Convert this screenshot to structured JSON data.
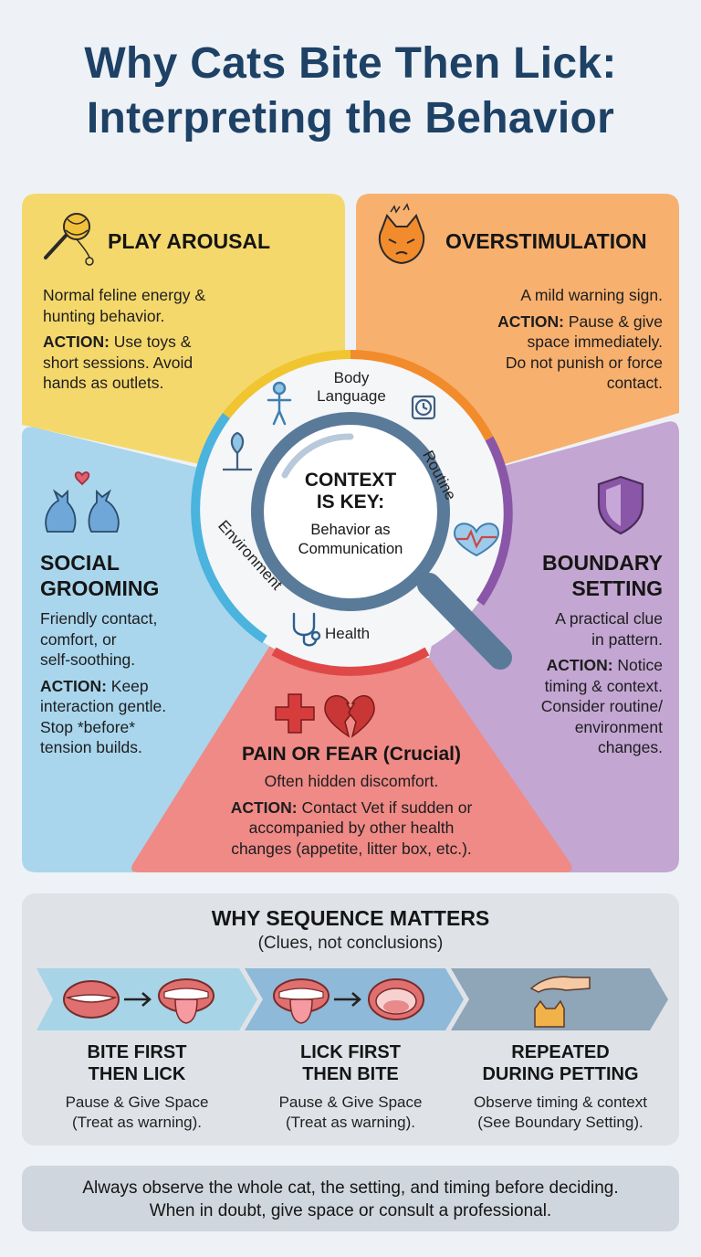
{
  "title_line1": "Why Cats Bite Then Lick:",
  "title_line2": "Interpreting the Behavior",
  "colors": {
    "title": "#1e4166",
    "play": "#f5d86c",
    "overstim": "#f7b06e",
    "social": "#a9d6ec",
    "boundary": "#c3a6d1",
    "pain": "#ef8a86",
    "ring_yellow": "#f0c530",
    "ring_orange": "#f28b2c",
    "ring_purple": "#8a56a8",
    "ring_red": "#e04848",
    "ring_blue": "#4ab3de"
  },
  "panels": {
    "play": {
      "icon": "wand-toy-icon",
      "heading": "PLAY AROUSAL",
      "text": [
        "Normal feline energy &",
        "hunting behavior."
      ],
      "action_label": "ACTION:",
      "action": [
        " Use toys &",
        "short sessions. Avoid",
        "hands as outlets."
      ]
    },
    "overstim": {
      "icon": "annoyed-cat-icon",
      "heading": "OVERSTIMULATION",
      "text": [
        "A mild warning sign."
      ],
      "action_label": "ACTION:",
      "action": [
        " Pause & give",
        "space immediately.",
        "Do not punish or force",
        "contact."
      ]
    },
    "social": {
      "icon": "cats-heart-icon",
      "heading": [
        "SOCIAL",
        "GROOMING"
      ],
      "text": [
        "Friendly contact,",
        "comfort, or",
        "self-soothing."
      ],
      "action_label": "ACTION:",
      "action": [
        " Keep",
        "interaction gentle.",
        "Stop *before*",
        "tension builds."
      ]
    },
    "boundary": {
      "icon": "shield-icon",
      "heading": [
        "BOUNDARY",
        "SETTING"
      ],
      "text": [
        "A practical clue",
        "in pattern."
      ],
      "action_label": "ACTION:",
      "action": [
        " Notice",
        "timing & context.",
        "Consider routine/",
        "environment",
        "changes."
      ]
    },
    "pain": {
      "icon": "medical-broken-heart-icon",
      "heading": "PAIN OR FEAR (Crucial)",
      "text": [
        "Often hidden discomfort."
      ],
      "action_label": "ACTION:",
      "action": [
        " Contact Vet if sudden or",
        "accompanied by other health",
        "changes (appetite, litter box, etc.)."
      ]
    }
  },
  "center": {
    "title": [
      "CONTEXT",
      "IS KEY:"
    ],
    "subtitle": [
      "Behavior as",
      "Communication"
    ]
  },
  "ring": {
    "body": [
      "Body",
      "Language"
    ],
    "routine": "Routine",
    "environment": "Environment",
    "health": "Health"
  },
  "sequence": {
    "title": "WHY SEQUENCE MATTERS",
    "subtitle": "(Clues, not conclusions)",
    "items": [
      {
        "heading": [
          "BITE FIRST",
          "THEN LICK"
        ],
        "text": [
          "Pause & Give Space",
          "(Treat as warning)."
        ]
      },
      {
        "heading": [
          "LICK FIRST",
          "THEN BITE"
        ],
        "text": [
          "Pause & Give Space",
          "(Treat as warning)."
        ]
      },
      {
        "heading": [
          "REPEATED",
          "DURING PETTING"
        ],
        "text": [
          "Observe timing & context",
          "(See Boundary Setting)."
        ]
      }
    ]
  },
  "footer": [
    "Always observe the whole cat, the setting, and timing before deciding.",
    "When in doubt, give space or consult a professional."
  ]
}
